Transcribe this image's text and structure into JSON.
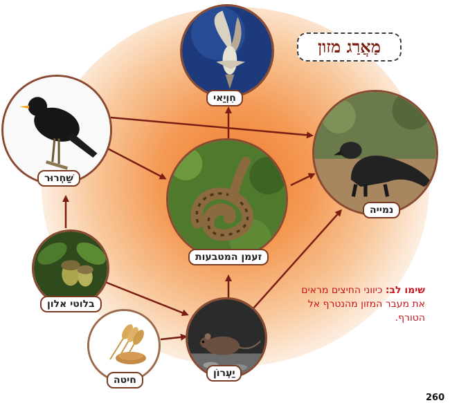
{
  "title": "מַאֲרַג מזון",
  "note": {
    "lead": "שימו לב:",
    "body": " כיווני החיצים מראים את מעבר המזון מהנטרף אל הטורף."
  },
  "page_number": "260",
  "organisms": {
    "hawk": "חִוְיַאי",
    "blackbird": "שַׁחְרוּר",
    "mongoose": "נמייה",
    "viper": "זעמן המטבעות",
    "acorns": "בלוטי אלון",
    "wheat": "חיטה",
    "mouse": "יַעְרוֹן"
  },
  "colors": {
    "arrow": "#7a1e14",
    "glow": "#f07a2e",
    "note": "#c4161c"
  }
}
